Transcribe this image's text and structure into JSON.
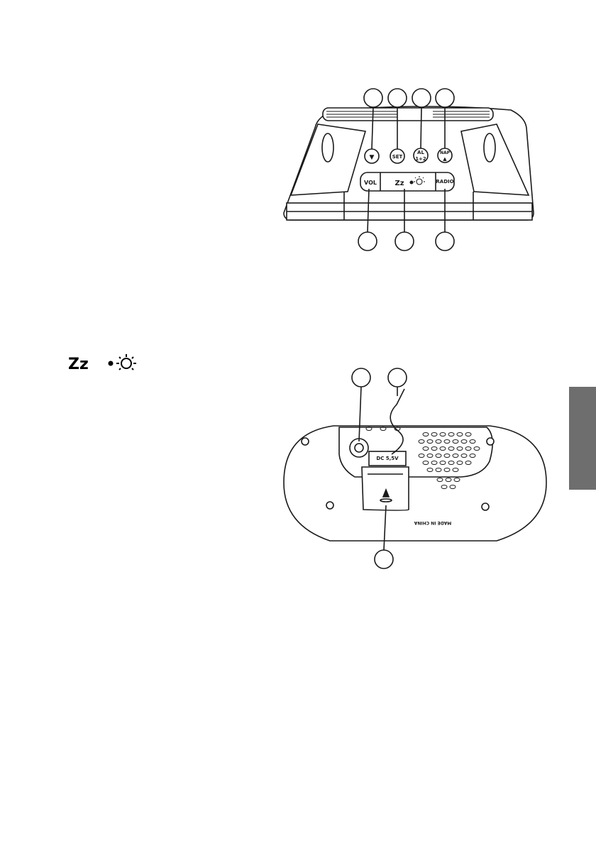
{
  "top_view": {
    "buttons": {
      "down_symbol": "▼",
      "set": "SET",
      "alarm_line1": "AL",
      "alarm_line2": "1+2",
      "nap": "NAP",
      "up_symbol": "▲"
    },
    "panel": {
      "vol": "VOL",
      "snooze": "Zz",
      "radio": "RADIO"
    }
  },
  "back_view": {
    "dc_label": "DC 5,5V",
    "made_in": "MADE IN CHINA"
  },
  "colors": {
    "line": "#1a1a1a",
    "side_tab": "#6e6e6e"
  }
}
